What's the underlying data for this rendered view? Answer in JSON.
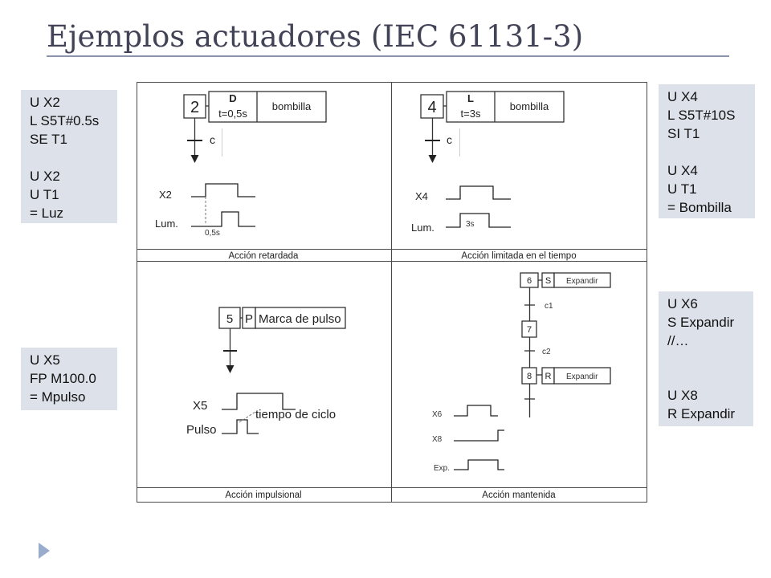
{
  "slide": {
    "title": "Ejemplos actuadores (IEC 61131-3)",
    "title_color": "#434358",
    "rule_color": "#8a94ad",
    "code_box_color": "#dde1e9",
    "bullet_icon": "right-triangle-icon"
  },
  "code_boxes": {
    "retardada": {
      "lines": [
        "U X2",
        "L S5T#0.5s",
        "SE T1",
        "U X2",
        "U T1",
        "= Luz"
      ]
    },
    "impulsional": {
      "lines": [
        "U X5",
        "FP M100.0",
        "= Mpulso"
      ]
    },
    "limitada": {
      "lines": [
        "U X4",
        "L S5T#10S",
        "SI T1",
        "U X4",
        "U T1",
        "= Bombilla"
      ]
    },
    "mantenida": {
      "lines": [
        "U X6",
        "S Expandir",
        "//…",
        "U X8",
        "R Expandir"
      ]
    }
  },
  "diagram": {
    "retardada": {
      "step": "2",
      "qualifier": "D",
      "time": "t=0,5s",
      "action": "bombilla",
      "transition": "c",
      "signal_step": "X2",
      "signal_output": "Lum.",
      "delay": "0,5s",
      "caption": "Acción retardada"
    },
    "limitada": {
      "step": "4",
      "qualifier": "L",
      "time": "t=3s",
      "action": "bombilla",
      "transition": "c",
      "signal_step": "X4",
      "signal_output": "Lum.",
      "duration": "3s",
      "caption": "Acción limitada en el tiempo"
    },
    "impulsional": {
      "step": "5",
      "qualifier": "P",
      "action": "Marca de pulso",
      "signal_step": "X5",
      "signal_output": "Pulso",
      "cycle": "tiempo de ciclo",
      "caption": "Acción impulsional"
    },
    "mantenida": {
      "steps": [
        "6",
        "7",
        "8"
      ],
      "set_qualifier": "S",
      "set_action": "Expandir",
      "reset_qualifier": "R",
      "reset_action": "Expandir",
      "transitions": [
        "c1",
        "c2"
      ],
      "signals": [
        "X6",
        "X8",
        "Exp."
      ],
      "caption": "Acción mantenida"
    }
  }
}
